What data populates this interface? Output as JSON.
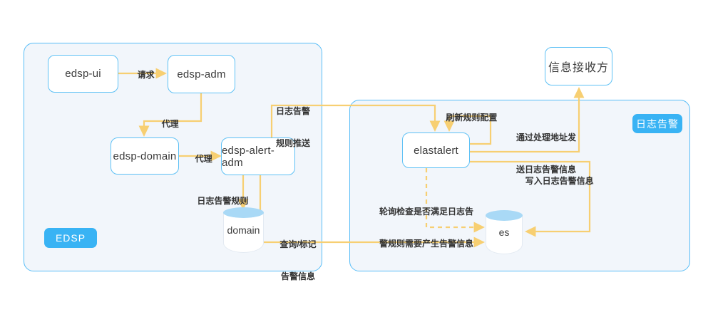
{
  "diagram": {
    "title": "EDSP 日志告警架构图",
    "colors": {
      "panel_fill": "#f2f6fb",
      "panel_border": "#58bdf7",
      "node_border": "#5ec1f5",
      "arrow": "#f7cf72",
      "badge": "#39b3f4",
      "db_top": "#a9d9f6",
      "text": "#333333"
    }
  },
  "panels": [
    {
      "id": "edsp",
      "badge": "EDSP"
    },
    {
      "id": "log-alert",
      "badge": "日志告警"
    }
  ],
  "nodes": {
    "edsp_ui": "edsp-ui",
    "edsp_adm": "edsp-adm",
    "edsp_domain": "edsp-domain",
    "edsp_alert_adm": "edsp-alert-adm",
    "elastalert": "elastalert",
    "receiver": "信息接收方"
  },
  "databases": {
    "domain": "domain",
    "es": "es"
  },
  "edges": [
    {
      "id": "ui-to-adm",
      "label": "请求",
      "from": "edsp-ui",
      "to": "edsp-adm",
      "style": "solid"
    },
    {
      "id": "adm-to-domain",
      "label": "代理",
      "from": "edsp-adm",
      "to": "edsp-domain",
      "style": "solid"
    },
    {
      "id": "domain-to-alert",
      "label": "代理",
      "from": "edsp-domain",
      "to": "edsp-alert-adm",
      "style": "solid"
    },
    {
      "id": "alert-to-domaindb",
      "label": "日志告警规则",
      "from": "edsp-alert-adm",
      "to": "domain",
      "style": "solid"
    },
    {
      "id": "alert-to-elastalert",
      "label": "日志告警\n规则推送",
      "from": "edsp-alert-adm",
      "to": "elastalert",
      "style": "solid"
    },
    {
      "id": "elastalert-self",
      "label": "刷新规则配置",
      "from": "elastalert",
      "to": "elastalert",
      "style": "solid"
    },
    {
      "id": "elastalert-to-receiver",
      "label": "通过处理地址发\n送日志告警信息",
      "from": "elastalert",
      "to": "信息接收方",
      "style": "solid"
    },
    {
      "id": "elastalert-to-es-write",
      "label": "写入日志告警信息",
      "from": "elastalert",
      "to": "es",
      "style": "solid"
    },
    {
      "id": "elastalert-poll-es",
      "label": "轮询检查是否满足日志告\n警规则需要产生告警信息",
      "from": "elastalert",
      "to": "es",
      "style": "dashed"
    },
    {
      "id": "alert-adm-query-es",
      "label": "查询/标记\n告警信息",
      "from": "edsp-alert-adm",
      "to": "es",
      "style": "solid"
    }
  ],
  "edge_labels": {
    "request": "请求",
    "proxy_1": "代理",
    "proxy_2": "代理",
    "log_alert_rule": "日志告警规则",
    "rule_push_l1": "日志告警",
    "rule_push_l2": "规则推送",
    "refresh_rule_cfg": "刷新规则配置",
    "send_via_addr_l1": "通过处理地址发",
    "send_via_addr_l2": "送日志告警信息",
    "write_log_alert": "写入日志告警信息",
    "poll_check_l1": "轮询检查是否满足日志告",
    "poll_check_l2": "警规则需要产生告警信息",
    "query_mark_l1": "查询/标记",
    "query_mark_l2": "告警信息"
  }
}
